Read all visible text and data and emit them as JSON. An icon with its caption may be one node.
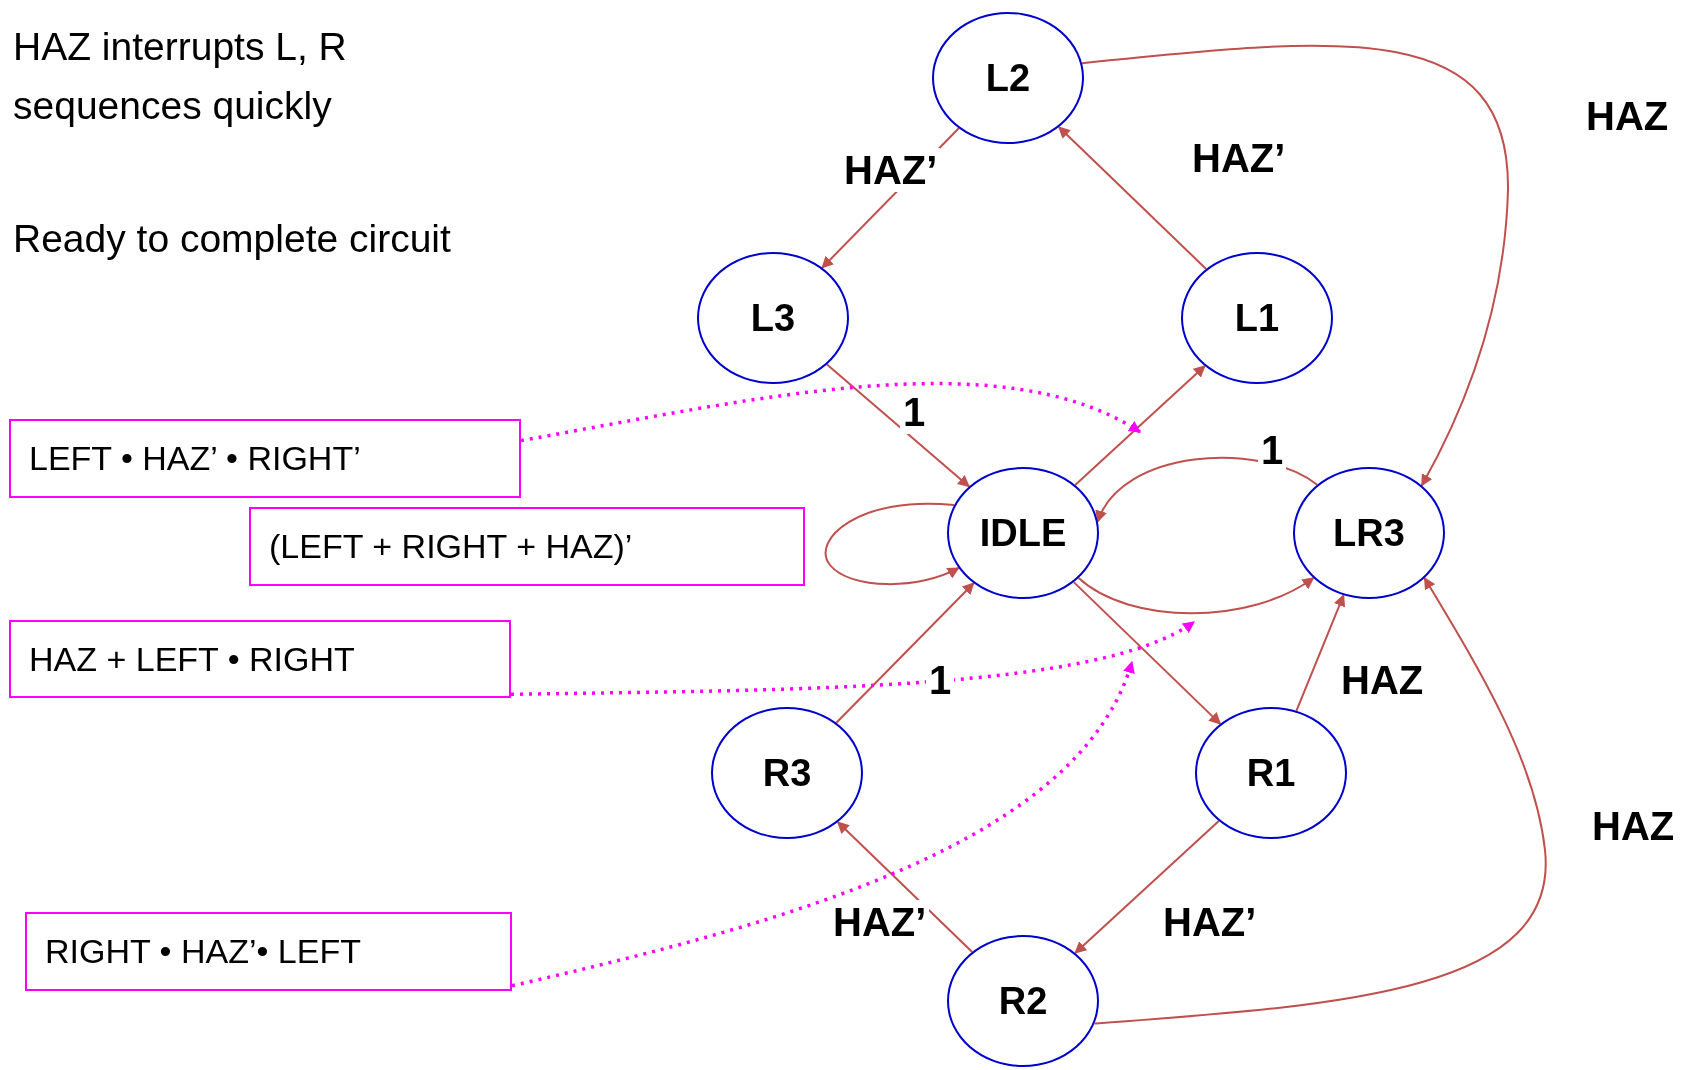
{
  "diagram": {
    "nodes": [
      {
        "text": [
          "L2"
        ]
      },
      {
        "text": [
          "L3"
        ]
      },
      {
        "text": [
          "L1"
        ]
      },
      {
        "text": [
          "LEFT • HAZ’ • RIGHT’"
        ]
      },
      {
        "text": [
          "IDLE"
        ]
      },
      {
        "text": [
          "(LEFT + RIGHT + HAZ)’"
        ]
      },
      {
        "text": [
          "LR3"
        ]
      },
      {
        "text": [
          "HAZ + LEFT • RIGHT"
        ]
      },
      {
        "text": [
          "R3"
        ]
      },
      {
        "text": [
          "R1"
        ]
      },
      {
        "text": [
          "RIGHT • HAZ’• LEFT"
        ]
      },
      {
        "text": [
          "R2"
        ]
      }
    ],
    "edges": [
      {
        "from": 0,
        "to": 1,
        "arrow": "to",
        "label": "HAZ’"
      },
      {
        "from": 2,
        "to": 0,
        "arrow": "to",
        "label": "HAZ’"
      },
      {
        "from": 0,
        "to": 6,
        "arrow": "to",
        "label": "HAZ"
      },
      {
        "from": 1,
        "to": 4,
        "arrow": "to",
        "label": "1"
      },
      {
        "from": 4,
        "to": 2,
        "arrow": "to"
      },
      {
        "from": 4,
        "to": 4,
        "arrow": "to"
      },
      {
        "from": 6,
        "to": 4,
        "arrow": "to",
        "label": "1"
      },
      {
        "from": 4,
        "to": 6,
        "arrow": "to"
      },
      {
        "from": 4,
        "to": 9,
        "arrow": "to"
      },
      {
        "from": 8,
        "to": 4,
        "arrow": "to",
        "label": "1"
      },
      {
        "from": 9,
        "to": 6,
        "arrow": "to",
        "label": "HAZ"
      },
      {
        "from": 9,
        "to": 11,
        "arrow": "to",
        "label": "HAZ’"
      },
      {
        "from": 11,
        "to": 8,
        "arrow": "to",
        "label": "HAZ’"
      },
      {
        "from": 11,
        "to": 6,
        "arrow": "to",
        "label": "HAZ"
      },
      {
        "from": 3,
        "to": null,
        "arrow": "to",
        "style": "dashed",
        "color": "#ff00ff"
      },
      {
        "from": 7,
        "to": null,
        "arrow": "to",
        "style": "dashed",
        "color": "#ff00ff"
      },
      {
        "from": 10,
        "to": null,
        "arrow": "to",
        "style": "dashed",
        "color": "#ff00ff"
      }
    ],
    "labels": [
      "HAZ interrupts L, R sequences quickly",
      "Ready to complete circuit"
    ]
  }
}
